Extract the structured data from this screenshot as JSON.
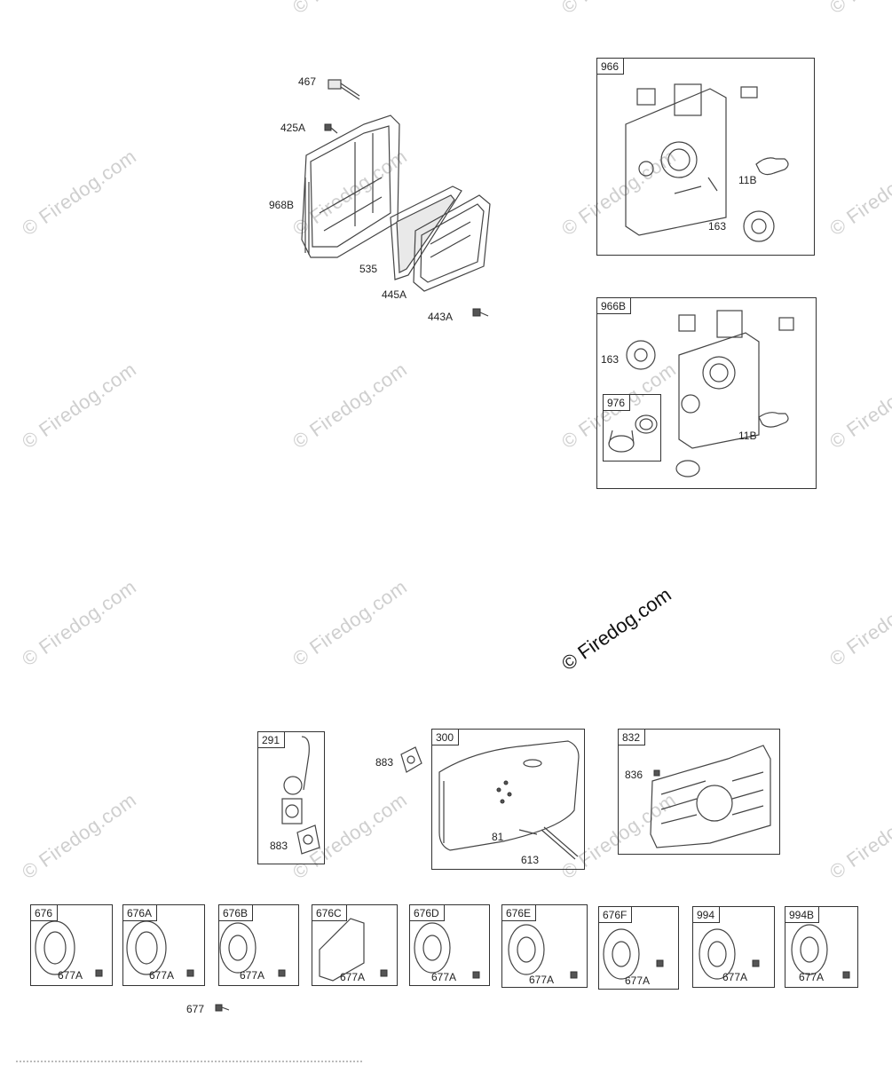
{
  "watermark_text": "© Firedog.com",
  "center_watermark_text": "© Firedog.com",
  "air_filter_assembly": {
    "labels": {
      "p467": "467",
      "p425A": "425A",
      "p968B": "968B",
      "p535": "535",
      "p445A": "445A",
      "p443A": "443A"
    }
  },
  "kit_966": {
    "tag": "966",
    "labels": {
      "p11B": "11B",
      "p163": "163"
    }
  },
  "kit_966B": {
    "tag": "966B",
    "labels": {
      "p163": "163",
      "p11B": "11B"
    },
    "sub_kit_976": {
      "tag": "976"
    }
  },
  "muffler_row": {
    "kit_291": {
      "tag": "291",
      "labels": {
        "p883": "883"
      }
    },
    "loose_883": "883",
    "kit_300": {
      "tag": "300",
      "labels": {
        "p81": "81",
        "p613": "613"
      }
    },
    "kit_832": {
      "tag": "832",
      "labels": {
        "p836": "836"
      }
    }
  },
  "guard_row": [
    {
      "tag": "676",
      "screw": "677A"
    },
    {
      "tag": "676A",
      "screw": "677A"
    },
    {
      "tag": "676B",
      "screw": "677A"
    },
    {
      "tag": "676C",
      "screw": "677A"
    },
    {
      "tag": "676D",
      "screw": "677A"
    },
    {
      "tag": "676E",
      "screw": "677A"
    },
    {
      "tag": "676F",
      "screw": "677A"
    },
    {
      "tag": "994",
      "screw": "677A"
    },
    {
      "tag": "994B",
      "screw": "677A"
    }
  ],
  "loose_677": "677"
}
